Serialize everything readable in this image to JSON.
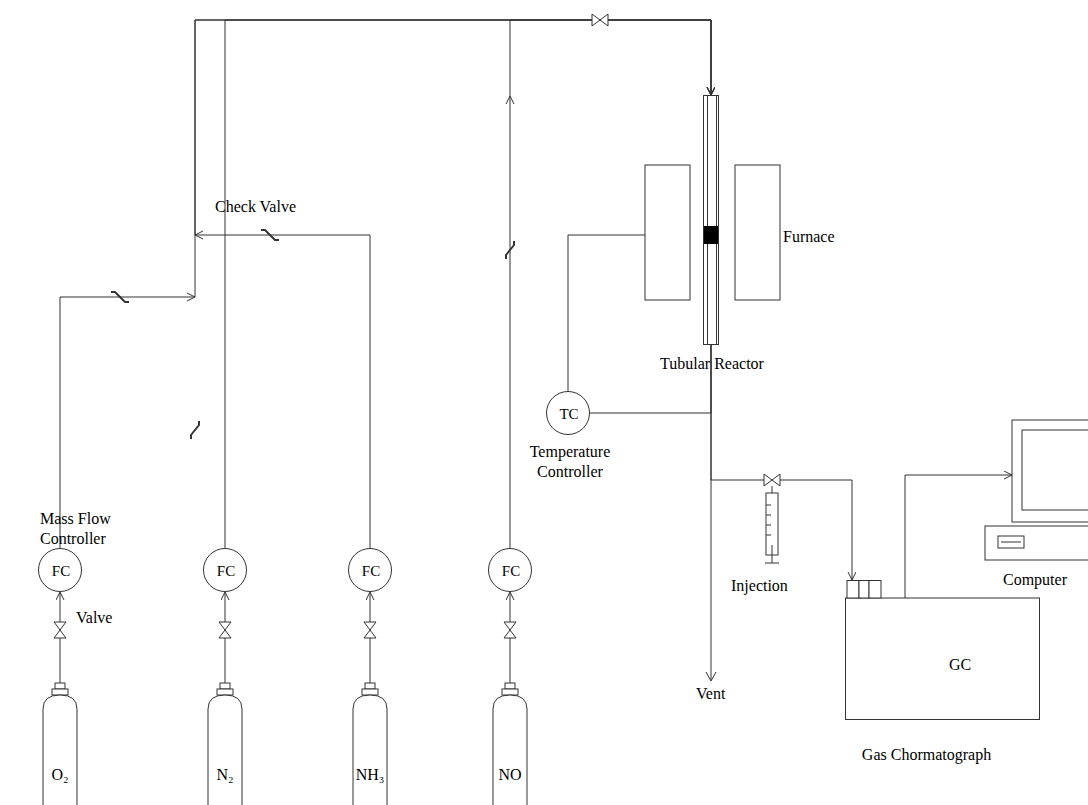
{
  "diagram": {
    "nodes": [
      {
        "text": [
          "O₂"
        ]
      },
      {
        "text": [
          "N₂"
        ]
      },
      {
        "text": [
          "NH₃"
        ]
      },
      {
        "text": [
          "NO"
        ]
      },
      {
        "text": [
          "FC"
        ]
      },
      {
        "text": [
          "FC"
        ]
      },
      {
        "text": [
          "FC"
        ]
      },
      {
        "text": [
          "FC"
        ]
      },
      {
        "text": [
          "Tubular Reactor"
        ]
      },
      {
        "text": [
          "TC",
          "Temperature Controller"
        ]
      },
      {
        "text": [
          "GC",
          "Gas Chormatograph"
        ]
      },
      {
        "text": [
          "Computer"
        ]
      }
    ],
    "edges": [
      {
        "from": 0,
        "to": 4,
        "arrow": "to"
      },
      {
        "from": 1,
        "to": 5,
        "arrow": "to"
      },
      {
        "from": 2,
        "to": 6,
        "arrow": "to"
      },
      {
        "from": 3,
        "to": 7,
        "arrow": "to"
      },
      {
        "from": 4,
        "to": 8,
        "arrow": "to"
      },
      {
        "from": 5,
        "to": 8,
        "arrow": "to"
      },
      {
        "from": 6,
        "to": 8,
        "arrow": "to"
      },
      {
        "from": 7,
        "to": 8,
        "arrow": "to"
      },
      {
        "from": 9,
        "to": 8,
        "arrow": "none"
      },
      {
        "from": 8,
        "to": 10,
        "arrow": "to"
      },
      {
        "from": 10,
        "to": 11,
        "arrow": "to"
      }
    ],
    "labels": [
      "Check Valve",
      "Mass Flow Controller",
      "Valve",
      "Furnace",
      "Injection",
      "Vent"
    ]
  }
}
